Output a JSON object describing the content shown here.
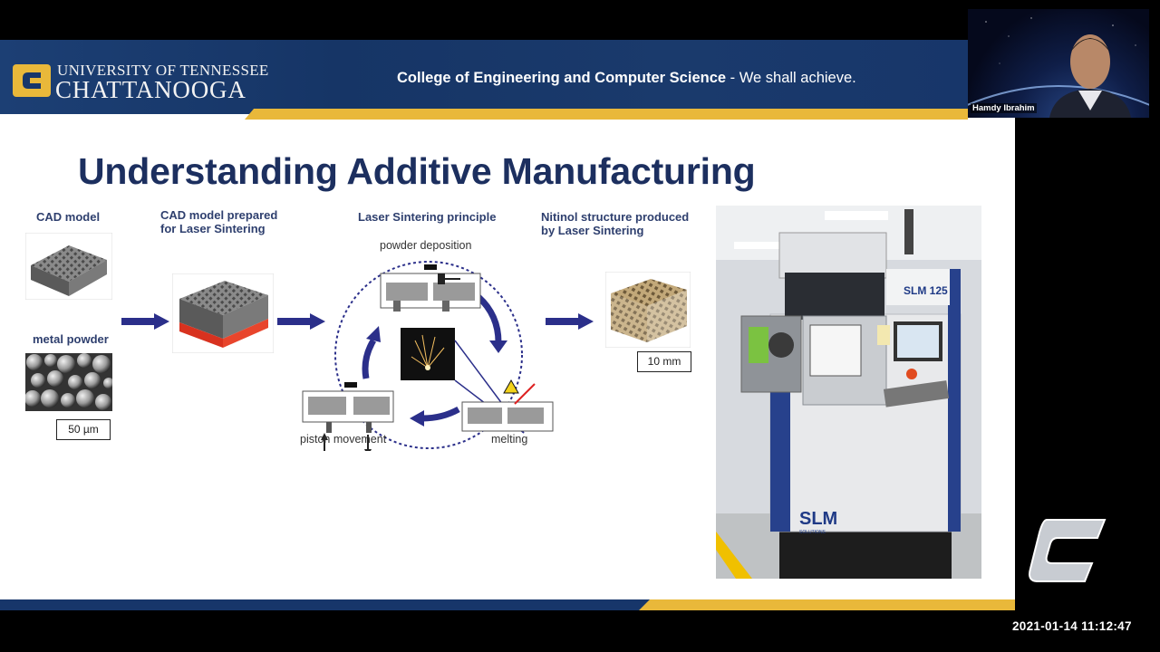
{
  "banner": {
    "university_line1": "UNIVERSITY OF TENNESSEE",
    "university_line2": "CHATTANOOGA",
    "college_bold": "College of Engineering and Computer Science",
    "college_rest": " - We shall achieve."
  },
  "slide": {
    "title": "Understanding Additive Manufacturing",
    "captions": {
      "cad_model": "CAD model",
      "cad_prepared_line1": "CAD model prepared",
      "cad_prepared_line2": "for Laser Sintering",
      "laser_principle": "Laser Sintering principle",
      "nitinol_line1": "Nitinol structure produced",
      "nitinol_line2": "by Laser Sintering",
      "metal_powder": "metal powder"
    },
    "labels": {
      "powder_deposition": "powder deposition",
      "piston_movement": "piston movement",
      "melting": "melting",
      "scale_50": "50 µm",
      "scale_10": "10 mm"
    },
    "machine": {
      "model_label": "SLM 125",
      "brand": "SLM",
      "brand_sub": "SOLUTIONS"
    }
  },
  "webcam": {
    "participant_name": "Hamdy Ibrahim"
  },
  "timestamp": "2021-01-14  11:12:47",
  "colors": {
    "utc_blue": "#17366a",
    "utc_gold": "#e9b83a",
    "title_navy": "#1c2f5f",
    "arrow_navy": "#2b2f8a",
    "red_layer": "#d8321f"
  }
}
